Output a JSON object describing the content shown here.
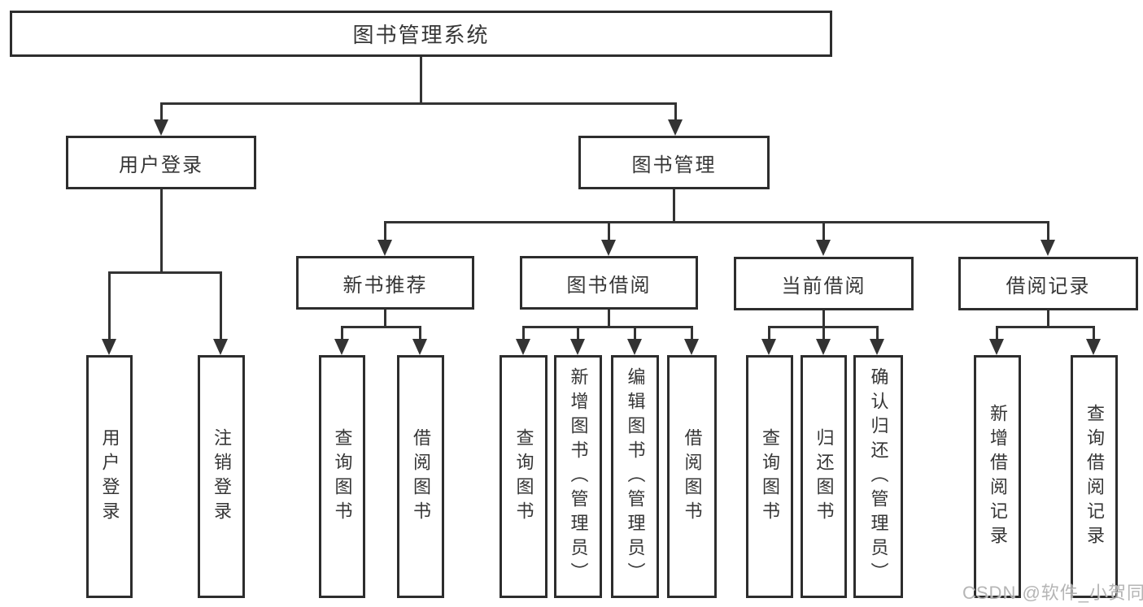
{
  "colors": {
    "background": "#ffffff",
    "box_border": "#2d2d2d",
    "connector_line": "#333333",
    "text": "#363636",
    "watermark_text": "#a8a8a8"
  },
  "watermark": {
    "text": "CSDN @软件_小贺同学"
  },
  "tree": {
    "label": "图书管理系统",
    "children": [
      {
        "label": "用户登录",
        "children": [
          {
            "label": "用户登录"
          },
          {
            "label": "注销登录"
          }
        ]
      },
      {
        "label": "图书管理",
        "children": [
          {
            "label": "新书推荐",
            "children": [
              {
                "label": "查询图书"
              },
              {
                "label": "借阅图书"
              }
            ]
          },
          {
            "label": "图书借阅",
            "children": [
              {
                "label": "查询图书"
              },
              {
                "label": "新增图书（管理员）"
              },
              {
                "label": "编辑图书（管理员）"
              },
              {
                "label": "借阅图书"
              }
            ]
          },
          {
            "label": "当前借阅",
            "children": [
              {
                "label": "查询图书"
              },
              {
                "label": "归还图书"
              },
              {
                "label": "确认归还（管理员）"
              }
            ]
          },
          {
            "label": "借阅记录",
            "children": [
              {
                "label": "新增借阅记录"
              },
              {
                "label": "查询借阅记录"
              }
            ]
          }
        ]
      }
    ]
  }
}
